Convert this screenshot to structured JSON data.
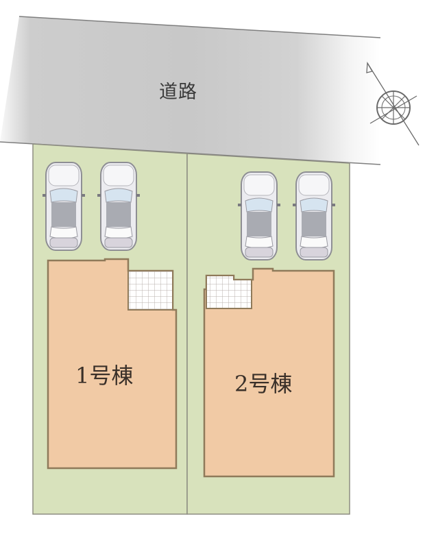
{
  "site_plan": {
    "road": {
      "label": "道路",
      "color_center": "#c9c9c9",
      "color_edge": "#f7f7f7"
    },
    "compass": {
      "icon": "north-arrow-compass-icon",
      "direction_deg": -30
    },
    "lots": [
      {
        "id": "lot-1",
        "building_label": "1号棟",
        "parking_spaces": 2,
        "lot_color": "#d8e2bc",
        "building_color": "#f0c9a4"
      },
      {
        "id": "lot-2",
        "building_label": "2号棟",
        "parking_spaces": 2,
        "lot_color": "#d8e2bc",
        "building_color": "#f0c9a4"
      }
    ],
    "colors": {
      "boundary_line": "#8a8a7a",
      "building_outline": "#8f7a5a",
      "terrace_grid": "#b4aaa8",
      "car_body": "#e9e9ee",
      "car_outline": "#8c8c92",
      "car_glass": "#cfe0ee",
      "car_cabin": "#a8aab0"
    }
  }
}
